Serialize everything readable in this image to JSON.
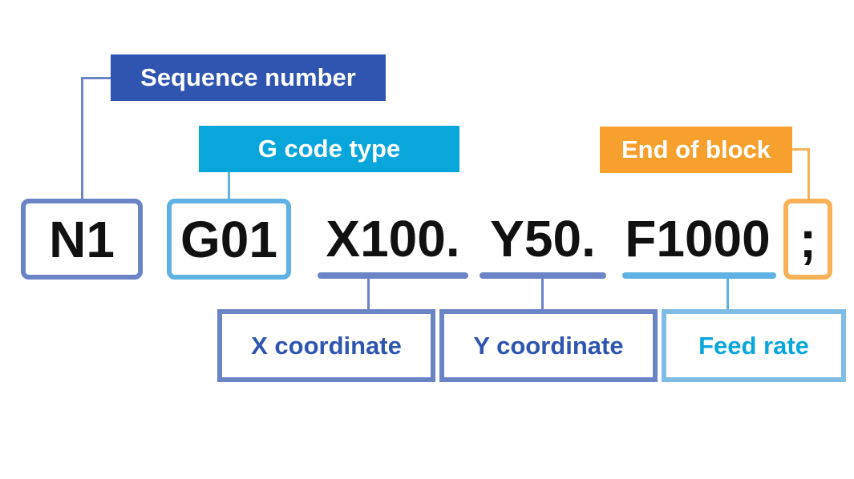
{
  "colors": {
    "navy": "#2f55b1",
    "periwinkle": "#6a84c6",
    "cyan": "#09a6dc",
    "sky": "#5fb2e3",
    "lightblue": "#7fbce6",
    "orange": "#f7a02e",
    "lightorange": "#f9b157",
    "text": "#111111"
  },
  "labels": {
    "sequence_number": "Sequence number",
    "g_code_type": "G code type",
    "end_of_block": "End of block",
    "x_coordinate": "X coordinate",
    "y_coordinate": "Y coordinate",
    "feed_rate": "Feed rate"
  },
  "code": {
    "n": "N1",
    "g": "G01",
    "x": "X100.",
    "y": "Y50.",
    "f": "F1000",
    "end": ";"
  }
}
